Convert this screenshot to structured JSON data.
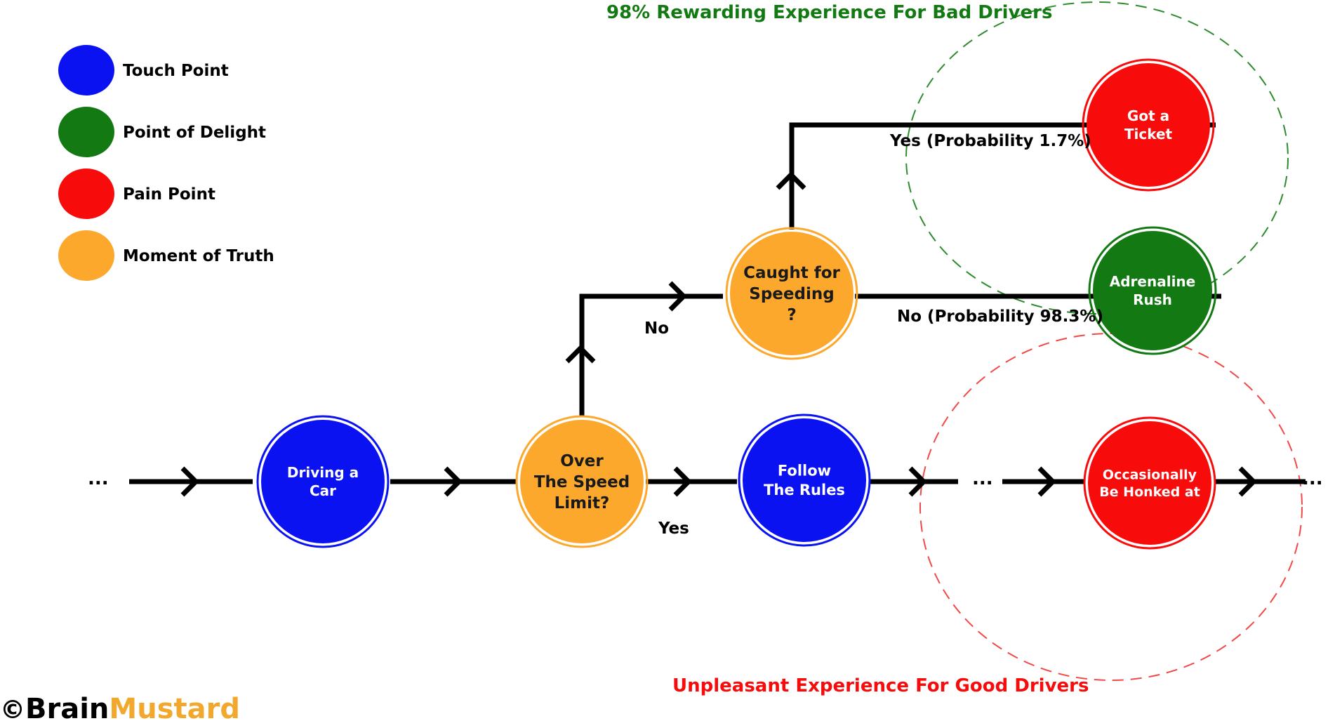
{
  "colors": {
    "touch_point": "#0b12f2",
    "point_of_delight": "#137a13",
    "pain_point": "#f80b0b",
    "moment_of_truth": "#fca82d",
    "rewarding_zone": "#2e8b2e",
    "unpleasant_zone": "#f14848",
    "brand_accent": "#f1a82d"
  },
  "legend": [
    {
      "label": "Touch Point",
      "type": "touch_point"
    },
    {
      "label": "Point of Delight",
      "type": "point_of_delight"
    },
    {
      "label": "Pain Point",
      "type": "pain_point"
    },
    {
      "label": "Moment of Truth",
      "type": "moment_of_truth"
    }
  ],
  "nodes": {
    "driving": {
      "lines": [
        "Driving a",
        "Car"
      ],
      "type": "touch_point"
    },
    "over_limit": {
      "lines": [
        "Over",
        "The Speed",
        "Limit?"
      ],
      "type": "moment_of_truth"
    },
    "follow_rules": {
      "lines": [
        "Follow",
        "The Rules"
      ],
      "type": "touch_point"
    },
    "honked": {
      "lines": [
        "Occasionally",
        "Be Honked at"
      ],
      "type": "pain_point"
    },
    "caught": {
      "lines": [
        "Caught for",
        "Speeding",
        "?"
      ],
      "type": "moment_of_truth"
    },
    "ticket": {
      "lines": [
        "Got a",
        "Ticket"
      ],
      "type": "pain_point"
    },
    "adrenaline": {
      "lines": [
        "Adrenaline",
        "Rush"
      ],
      "type": "point_of_delight"
    }
  },
  "edge_labels": {
    "no_1": "No",
    "yes_1": "Yes",
    "yes_prob": "Yes (Probability 1.7%)",
    "no_prob": "No (Probability 98.3%)"
  },
  "ellipsis": "...",
  "zones": {
    "rewarding": "98% Rewarding Experience For Bad Drivers",
    "unpleasant": "Unpleasant Experience For Good Drivers"
  },
  "brand": {
    "copyright": "©",
    "part1": "Brain",
    "part2": "Mustard"
  }
}
